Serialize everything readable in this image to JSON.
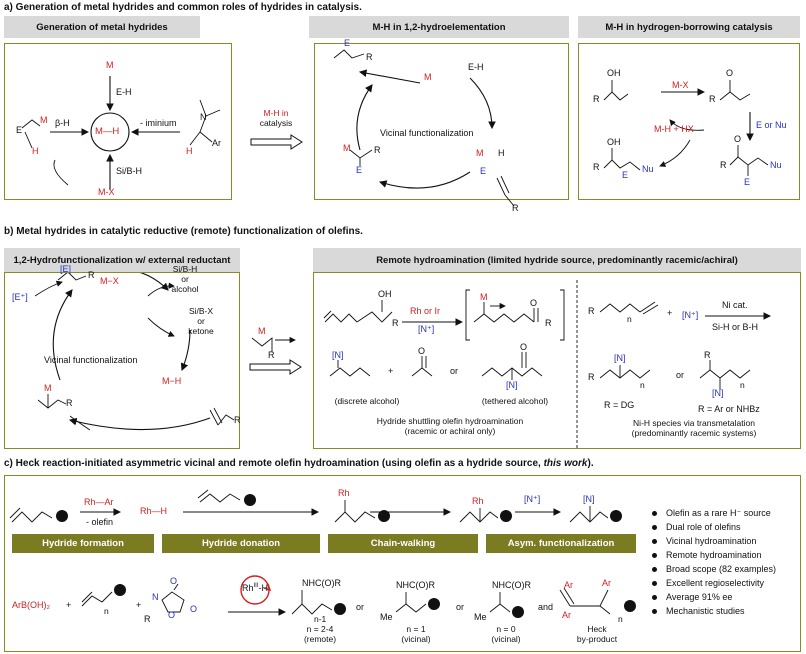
{
  "section_a": {
    "title": "a) Generation of metal hydrides and common roles of hydrides in catalysis.",
    "headers": [
      "Generation of metal hydrides",
      "M-H in 1,2-hydroelementation",
      "M-H in hydrogen-borrowing catalysis"
    ],
    "gen": {
      "M": "M",
      "EH": "E-H",
      "beta_H": "β-H",
      "iminium": "- iminium",
      "MH": "M—H",
      "SiBH": "Si/B-H",
      "MX": "M-X",
      "E": "E",
      "H": "H",
      "Nme": "N",
      "Ar": "Ar",
      "H2": "H"
    },
    "arrow_label": [
      "M-H in",
      "catalysis"
    ],
    "hydro": {
      "M": "M",
      "EH": "E-H",
      "vicinal": "Vicinal functionalization",
      "R1": "R",
      "E1": "E",
      "M2": "M",
      "E2": "E",
      "R2": "R",
      "MH_M": "M",
      "MH_H": "H",
      "MH_E": "E",
      "R3": "R"
    },
    "borrow": {
      "OH": "OH",
      "R1": "R",
      "MX": "M-X",
      "O1": "O",
      "R2": "R",
      "MHX": "M-H + HX",
      "EorNu": "E or Nu",
      "OH2": "OH",
      "R3": "R",
      "E3": "E",
      "Nu3": "Nu",
      "O4": "O",
      "R4": "R",
      "E4": "E",
      "Nu4": "Nu"
    }
  },
  "section_b": {
    "title": "b) Metal hydrides in catalytic reductive (remote) functionalization of olefins.",
    "header_left": "1,2-Hydrofunctionalization w/ external reductant",
    "header_right": "Remote hydroamination (limited hydride source, predominantly racemic/achiral)",
    "left": {
      "E_box": "[E]",
      "Eplus": "[E⁺]",
      "MX": "M−X",
      "SiBH": [
        "Si/B-H",
        "or",
        "alcohol"
      ],
      "SiBX": [
        "Si/B-X",
        "or",
        "ketone"
      ],
      "vicinal": "Vicinal functionalization",
      "MH": "M−H",
      "M": "M",
      "R1": "R",
      "R2": "R",
      "R3": "R"
    },
    "arrow_M": "M",
    "arrow_R": "R",
    "mid": {
      "OH": "OH",
      "R": "R",
      "RhIr": "Rh or Ir",
      "Nplus": "[N⁺]",
      "M": "M",
      "O": "O",
      "Rb": "R",
      "N1": "[N]",
      "O2": "O",
      "plus": "+",
      "or": "or",
      "N2": "[N]",
      "O3": "O",
      "cap1": "(discrete alcohol)",
      "cap2": "(tethered alcohol)",
      "caption": [
        "Hydride shuttling olefin hydroamination",
        "(racemic or achiral only)"
      ]
    },
    "right": {
      "R": "R",
      "n": "n",
      "plus": "+",
      "Nplus": "[N⁺]",
      "cat": "Ni cat.",
      "reductant": "Si-H or B-H",
      "N1": "[N]",
      "R1": "R",
      "n1": "n",
      "or": "or",
      "R2": "R",
      "N2": "[N]",
      "n2": "n",
      "RDG": "R = DG",
      "RAr": "R = Ar or NHBz",
      "caption": [
        "Ni-H species via transmetalation",
        "(predominantly racemic systems)"
      ]
    }
  },
  "section_c": {
    "title_plain": "c) Heck reaction-initiated asymmetric vicinal and remote olefin hydroamination (using olefin as a hydride source, ",
    "title_italic": "this work",
    "title_end": ").",
    "top": {
      "RhAr": "Rh—Ar",
      "olefin": "- olefin",
      "RhH": "Rh—H",
      "Rh1": "Rh",
      "Rh2": "Rh",
      "Nplus": "[N⁺]",
      "N": "[N]"
    },
    "steps": [
      "Hydride formation",
      "Hydride donation",
      "Chain-walking",
      "Asym. functionalization"
    ],
    "bottom": {
      "ArB": "ArB(OH)₂",
      "plus1": "+",
      "plus2": "+",
      "n": "n",
      "N": "N",
      "O1": "O",
      "O2": "O",
      "O3": "O",
      "R": "R",
      "RhIII": "Rh",
      "RhIII_sup": "III",
      "RhIII_H": "-H",
      "p1_sub": "NHC(O)R",
      "p1_n": "n-1",
      "p1_cap": [
        "n = 2-4",
        "(remote)"
      ],
      "or1": "or",
      "p2_sub": "NHC(O)R",
      "p2_me": "Me",
      "p2_cap": [
        "n = 1",
        "(vicinal)"
      ],
      "or2": "or",
      "p3_sub": "NHC(O)R",
      "p3_me": "Me",
      "p3_cap": [
        "n = 0",
        "(vicinal)"
      ],
      "and": "and",
      "Ar1": "Ar",
      "Ar2": "Ar",
      "Ar3": "Ar",
      "nh": "n",
      "heck": [
        "Heck",
        "by-product"
      ]
    },
    "bullets": [
      "Olefin as a rare H⁻ source",
      "Dual role of olefins",
      "Vicinal hydroamination",
      "Remote hydroamination",
      "Broad scope (82 examples)",
      "Excellent regioselectivity",
      "Average 91% ee",
      "Mechanistic studies"
    ]
  }
}
